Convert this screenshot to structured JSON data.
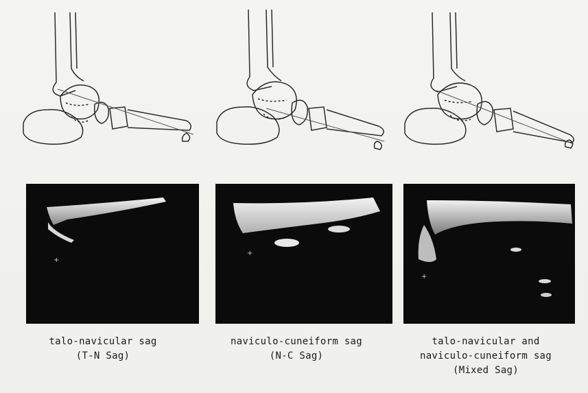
{
  "panels": [
    {
      "id": "tn",
      "caption_line1": "talo-navicular sag",
      "caption_line2": "(T-N Sag)"
    },
    {
      "id": "nc",
      "caption_line1": "naviculo-cuneiform sag",
      "caption_line2": "(N-C Sag)"
    },
    {
      "id": "mixed",
      "caption_line1": "talo-navicular and",
      "caption_line2": "naviculo-cuneiform sag",
      "caption_line3": "(Mixed Sag)"
    }
  ]
}
